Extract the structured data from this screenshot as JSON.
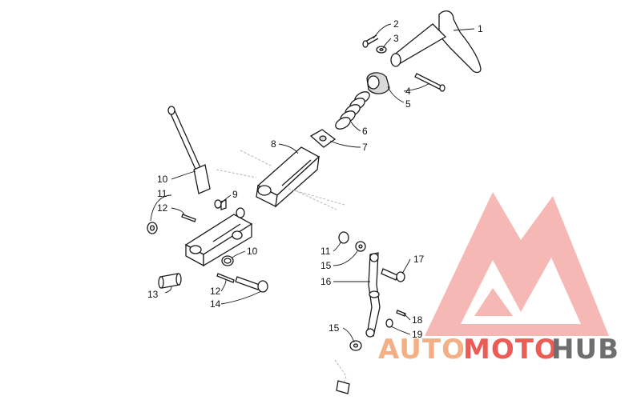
{
  "diagram": {
    "callouts": [
      {
        "id": "c1",
        "label": "1"
      },
      {
        "id": "c2",
        "label": "2"
      },
      {
        "id": "c3",
        "label": "3"
      },
      {
        "id": "c4",
        "label": "4"
      },
      {
        "id": "c5",
        "label": "5"
      },
      {
        "id": "c6",
        "label": "6"
      },
      {
        "id": "c7",
        "label": "7"
      },
      {
        "id": "c8",
        "label": "8"
      },
      {
        "id": "c9",
        "label": "9"
      },
      {
        "id": "c10a",
        "label": "10"
      },
      {
        "id": "c10b",
        "label": "10"
      },
      {
        "id": "c11a",
        "label": "11"
      },
      {
        "id": "c11b",
        "label": "11"
      },
      {
        "id": "c12a",
        "label": "12"
      },
      {
        "id": "c12b",
        "label": "12"
      },
      {
        "id": "c13",
        "label": "13"
      },
      {
        "id": "c14",
        "label": "14"
      },
      {
        "id": "c15a",
        "label": "15"
      },
      {
        "id": "c15b",
        "label": "15"
      },
      {
        "id": "c16",
        "label": "16"
      },
      {
        "id": "c17",
        "label": "17"
      },
      {
        "id": "c18",
        "label": "18"
      },
      {
        "id": "c19",
        "label": "19"
      }
    ]
  },
  "watermark": {
    "part1": "AUTO",
    "part2": "MOTO",
    "part3": "HUB",
    "color_main": "#e8403a",
    "color_light": "#f2a36f",
    "color_dark": "#555555"
  }
}
